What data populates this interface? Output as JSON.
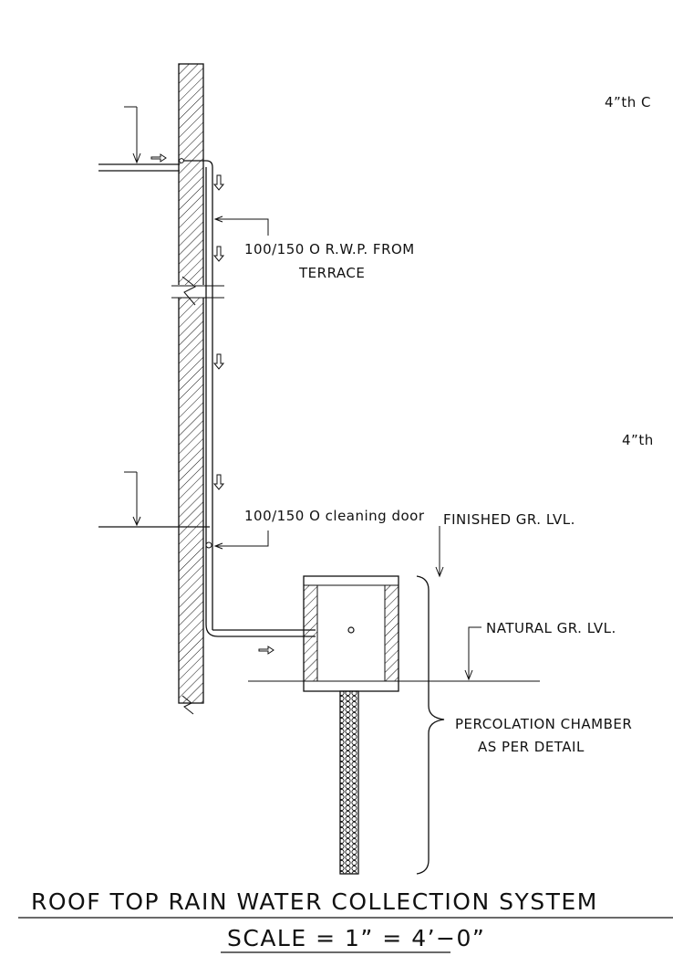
{
  "labels": {
    "top_right_fragment": "4”th C",
    "mid_right_fragment": "4”th",
    "rwp": "100/150 O R.W.P. FROM",
    "terrace": "TERRACE",
    "cleaning_door": "100/150 O cleaning door",
    "finished_gl": "FINISHED GR. LVL.",
    "natural_gl": "NATURAL GR. LVL.",
    "percolation_1": "PERCOLATION CHAMBER",
    "percolation_2": "AS PER DETAIL"
  },
  "title": {
    "main": "ROOF TOP RAIN WATER COLLECTION SYSTEM",
    "scale": "SCALE = 1” = 4’−0”"
  },
  "colors": {
    "line": "#111111",
    "background": "#ffffff"
  }
}
